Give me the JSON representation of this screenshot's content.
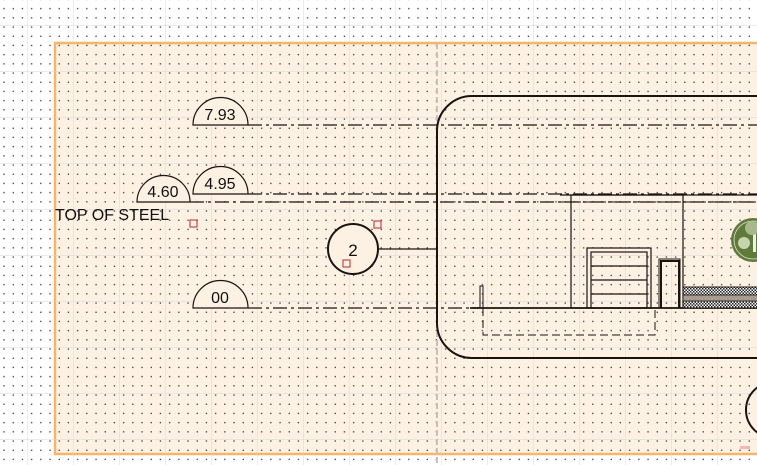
{
  "canvas": {
    "levels": [
      {
        "label": "7.93"
      },
      {
        "label": "4.95"
      },
      {
        "label": "4.60",
        "note": "TOP OF STEEL"
      },
      {
        "label": "00"
      }
    ],
    "section_marker": "2"
  },
  "colors": {
    "selection_border": "#f5b56a",
    "selection_fill": "#fdf1e3",
    "handle": "#c0282a",
    "logo_green": "#5f7a3a",
    "line": "#1a1410"
  }
}
